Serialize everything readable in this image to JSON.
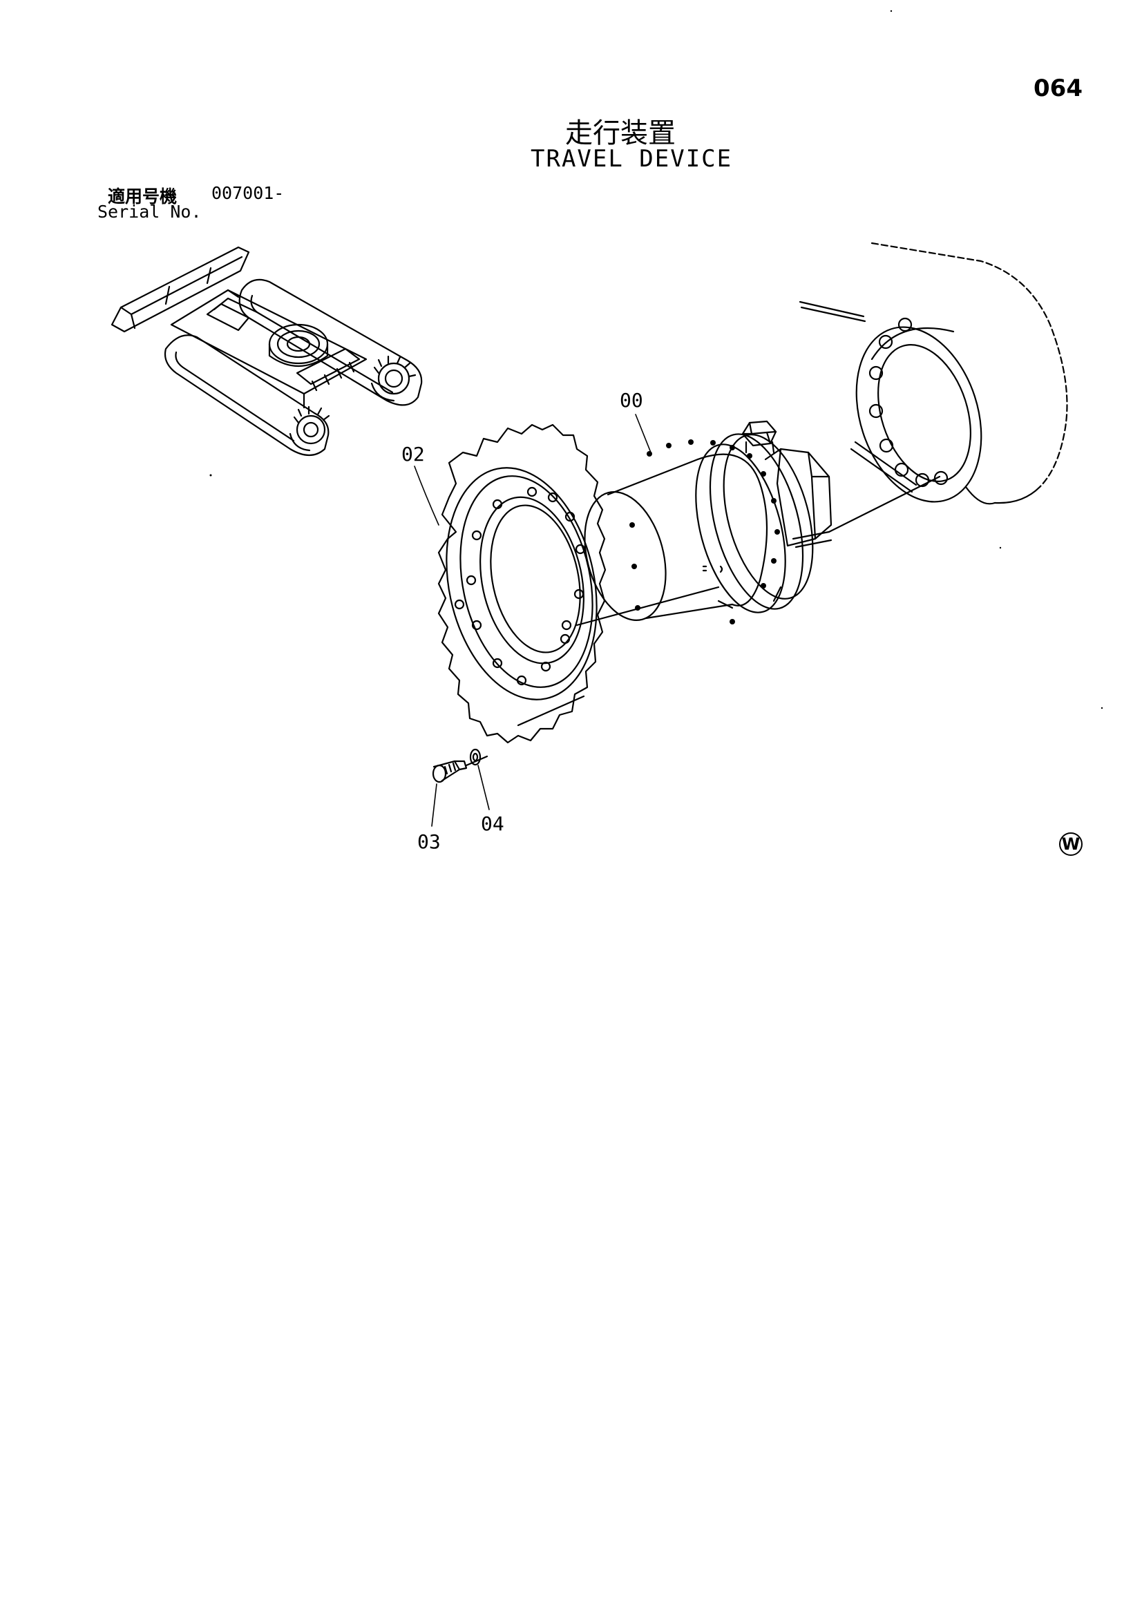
{
  "page": {
    "number": "064",
    "title_jp": "走行装置",
    "title_en": "TRAVEL DEVICE"
  },
  "serial": {
    "label_jp": "適用号機",
    "value": "007001-",
    "label_en": "Serial No."
  },
  "callouts": [
    {
      "id": "00",
      "part": "travel-motor"
    },
    {
      "id": "02",
      "part": "sprocket"
    },
    {
      "id": "03",
      "part": "bolt"
    },
    {
      "id": "04",
      "part": "washer"
    }
  ],
  "marks": {
    "watermark": "W"
  }
}
